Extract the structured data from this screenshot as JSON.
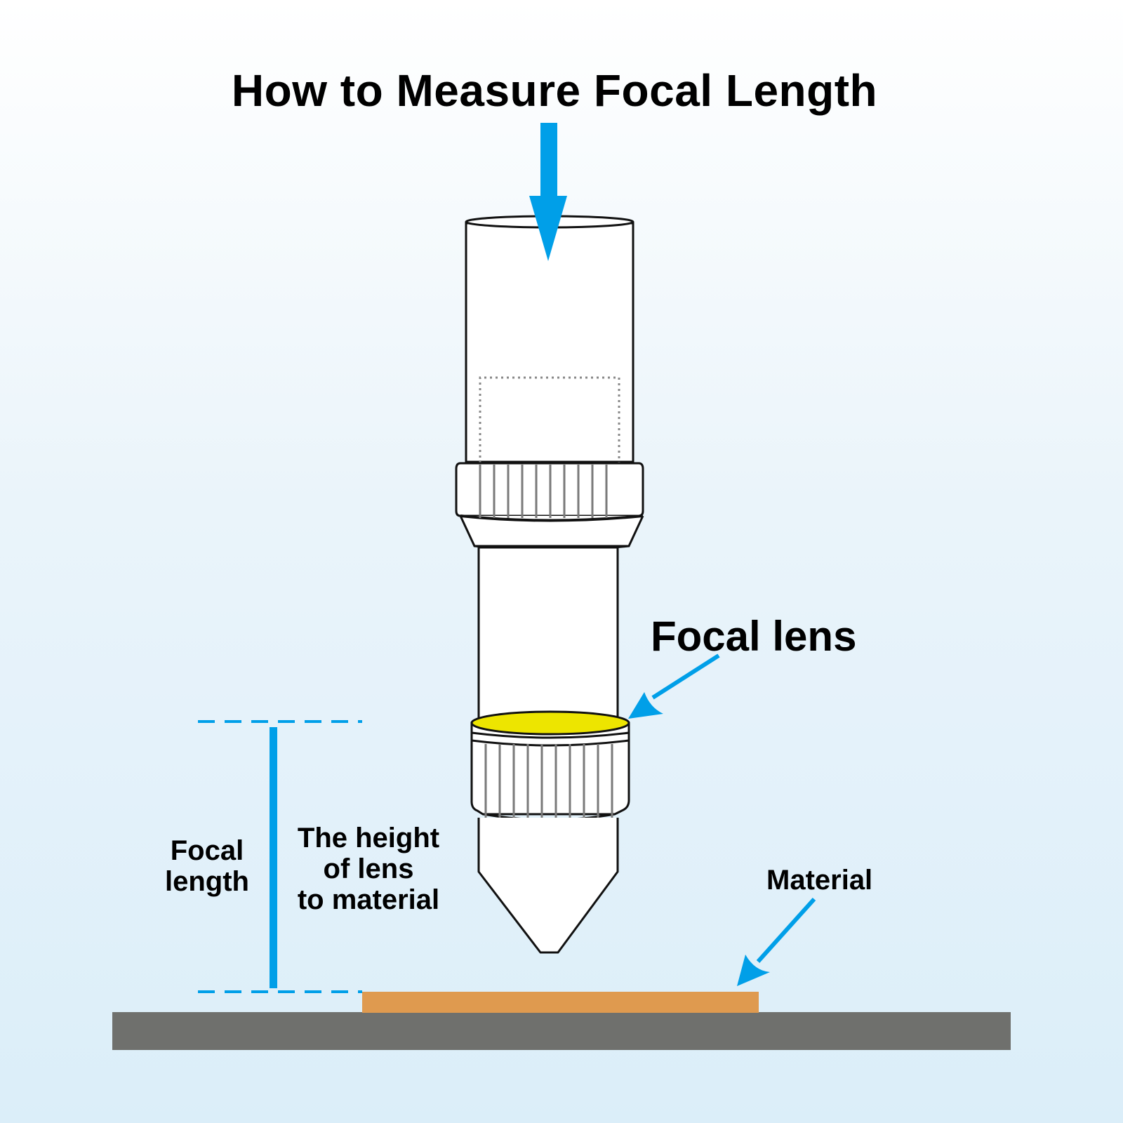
{
  "title": "How to Measure Focal Length",
  "labels": {
    "focal_lens": "Focal lens",
    "focal_length": [
      "Focal",
      "length"
    ],
    "lens_height": [
      "The height",
      "of lens",
      "to material"
    ],
    "material": "Material"
  },
  "colors": {
    "accent_blue": "#009fe8",
    "lens_yellow": "#ede500",
    "material_orange": "#df9a4f",
    "base_gray": "#6f706d",
    "outline": "#111111",
    "knurl_gray": "#7a7a7a"
  },
  "icons": [
    "laser-beam-arrow",
    "lens-pointer-arrow",
    "material-pointer-arrow"
  ]
}
